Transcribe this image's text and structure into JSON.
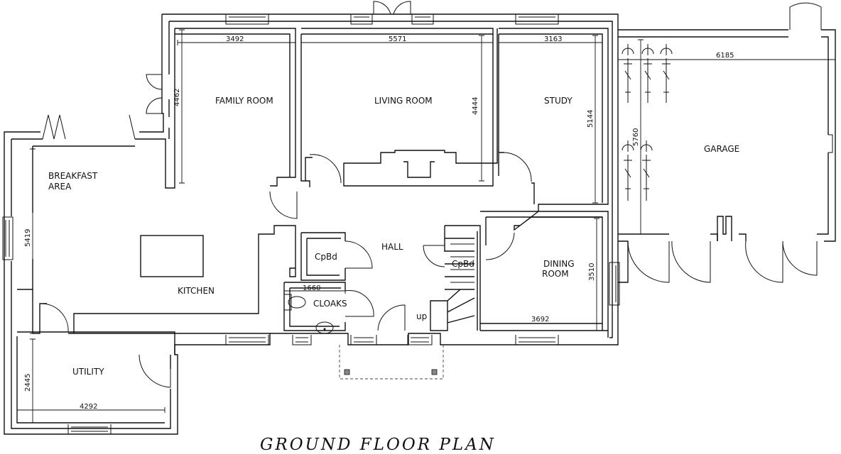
{
  "plan_title": "GROUND FLOOR PLAN",
  "rooms": {
    "family_room": "FAMILY ROOM",
    "living_room": "LIVING ROOM",
    "study": "STUDY",
    "garage": "GARAGE",
    "breakfast_line1": "BREAKFAST",
    "breakfast_line2": "AREA",
    "kitchen": "KITCHEN",
    "hall": "HALL",
    "cpbd_hall": "CpBd",
    "cpbd_stairs": "CpBd",
    "cloaks": "CLOAKS",
    "dining_line1": "DINING",
    "dining_line2": "ROOM",
    "utility": "UTILITY",
    "stairs_up": "up"
  },
  "dimensions": {
    "family_width": "3492",
    "family_depth": "4462",
    "living_width": "5571",
    "living_depth": "4444",
    "study_width": "3163",
    "study_depth": "5144",
    "garage_width": "6185",
    "garage_depth": "5760",
    "kitchen_depth": "5419",
    "cloaks_width": "1660",
    "dining_depth": "3510",
    "dining_width": "3692",
    "utility_depth": "2445",
    "utility_width": "4292"
  }
}
